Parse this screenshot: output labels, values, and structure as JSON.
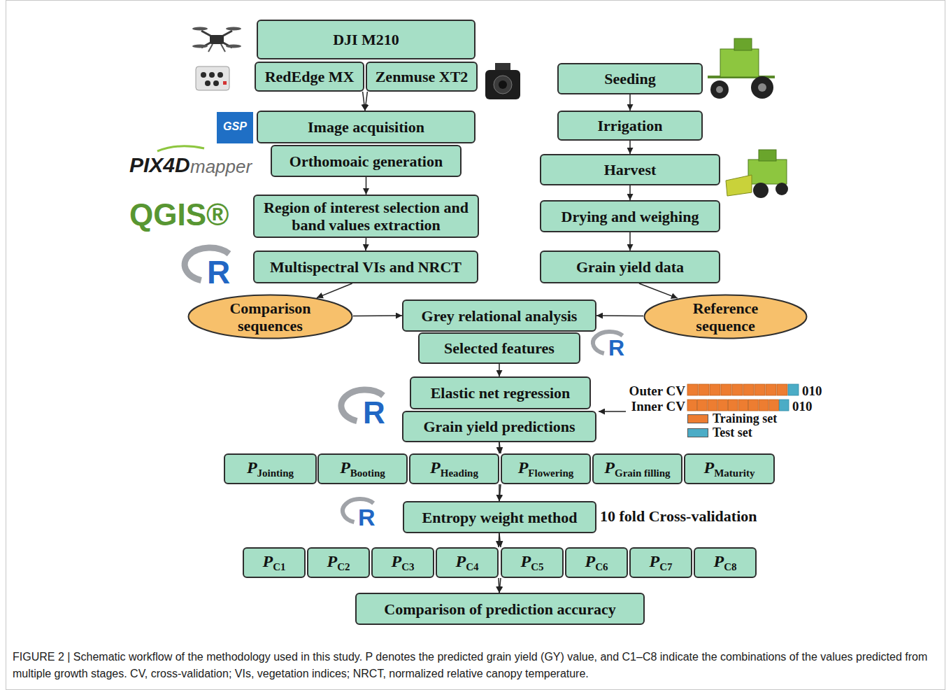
{
  "diagram": {
    "caption": "FIGURE 2 | Schematic workflow of the methodology used in this study. P denotes the predicted grain yield (GY) value, and C1–C8 indicate the combinations of the values predicted from multiple growth stages. CV, cross-validation; VIs, vegetation indices; NRCT, normalized relative canopy temperature.",
    "nodes": [
      {
        "text": [
          "DJI M210"
        ]
      },
      {
        "text": [
          "RedEdge MX"
        ]
      },
      {
        "text": [
          "Zenmuse XT2"
        ]
      },
      {
        "text": [
          "Image acquisition"
        ]
      },
      {
        "text": [
          "Orthomoaic generation"
        ]
      },
      {
        "text": [
          "Region of interest selection and band values extraction"
        ]
      },
      {
        "text": [
          "Multispectral VIs and NRCT"
        ]
      },
      {
        "text": [
          "Seeding"
        ]
      },
      {
        "text": [
          "Irrigation"
        ]
      },
      {
        "text": [
          "Harvest"
        ]
      },
      {
        "text": [
          "Drying and weighing"
        ]
      },
      {
        "text": [
          "Grain yield data"
        ]
      },
      {
        "text": [
          "Comparison sequences"
        ]
      },
      {
        "text": [
          "Grey relational analysis"
        ]
      },
      {
        "text": [
          "Reference sequence"
        ]
      },
      {
        "text": [
          "Selected features"
        ]
      },
      {
        "text": [
          "Elastic net regression"
        ]
      },
      {
        "text": [
          "Grain yield predictions"
        ]
      },
      {
        "text": [
          "P",
          "Jointing"
        ]
      },
      {
        "text": [
          "P",
          "Booting"
        ]
      },
      {
        "text": [
          "P",
          "Heading"
        ]
      },
      {
        "text": [
          "P",
          "Flowering"
        ]
      },
      {
        "text": [
          "P",
          "Grain filling"
        ]
      },
      {
        "text": [
          "P",
          "Maturity"
        ]
      },
      {
        "text": [
          "Entropy weight method"
        ]
      },
      {
        "text": [
          "P",
          "C1"
        ]
      },
      {
        "text": [
          "P",
          "C2"
        ]
      },
      {
        "text": [
          "P",
          "C3"
        ]
      },
      {
        "text": [
          "P",
          "C4"
        ]
      },
      {
        "text": [
          "P",
          "C5"
        ]
      },
      {
        "text": [
          "P",
          "C6"
        ]
      },
      {
        "text": [
          "P",
          "C7"
        ]
      },
      {
        "text": [
          "P",
          "C8"
        ]
      },
      {
        "text": [
          "Comparison of prediction accuracy"
        ]
      }
    ],
    "edges": [
      {
        "from": 1,
        "to": 3,
        "arrow": "to"
      },
      {
        "from": 2,
        "to": 3,
        "arrow": "to"
      },
      {
        "from": 4,
        "to": 5,
        "arrow": "to"
      },
      {
        "from": 5,
        "to": 6,
        "arrow": "to"
      },
      {
        "from": 6,
        "to": 12,
        "arrow": "to"
      },
      {
        "from": 7,
        "to": 8,
        "arrow": "to"
      },
      {
        "from": 8,
        "to": 9,
        "arrow": "to"
      },
      {
        "from": 9,
        "to": 10,
        "arrow": "to"
      },
      {
        "from": 10,
        "to": 11,
        "arrow": "to"
      },
      {
        "from": 11,
        "to": 14,
        "arrow": "to"
      },
      {
        "from": 12,
        "to": 13,
        "arrow": "to"
      },
      {
        "from": 14,
        "to": 13,
        "arrow": "to"
      },
      {
        "from": 15,
        "to": 16,
        "arrow": "to"
      },
      {
        "from": 17,
        "to": 20,
        "arrow": "to"
      },
      {
        "from": 17,
        "to": 21,
        "arrow": "to"
      },
      {
        "from": 20,
        "to": 24,
        "arrow": "to"
      },
      {
        "from": 21,
        "to": 24,
        "arrow": "to"
      },
      {
        "from": 24,
        "to": 28,
        "arrow": "to"
      },
      {
        "from": 24,
        "to": 29,
        "arrow": "to"
      },
      {
        "from": 28,
        "to": 33,
        "arrow": "to"
      },
      {
        "from": 29,
        "to": 33,
        "arrow": "to"
      }
    ],
    "labels": [
      "GSP",
      "PIX4D",
      "mapper",
      "QGIS®",
      "R",
      "R",
      "Outer CV",
      "010",
      "Inner CV",
      "010",
      "R",
      "R",
      "10 fold Cross-validation"
    ],
    "legend": [
      {
        "text": "Training set",
        "color": "#ed7d31"
      },
      {
        "text": "Test set",
        "color": "#4bacc6"
      }
    ]
  }
}
